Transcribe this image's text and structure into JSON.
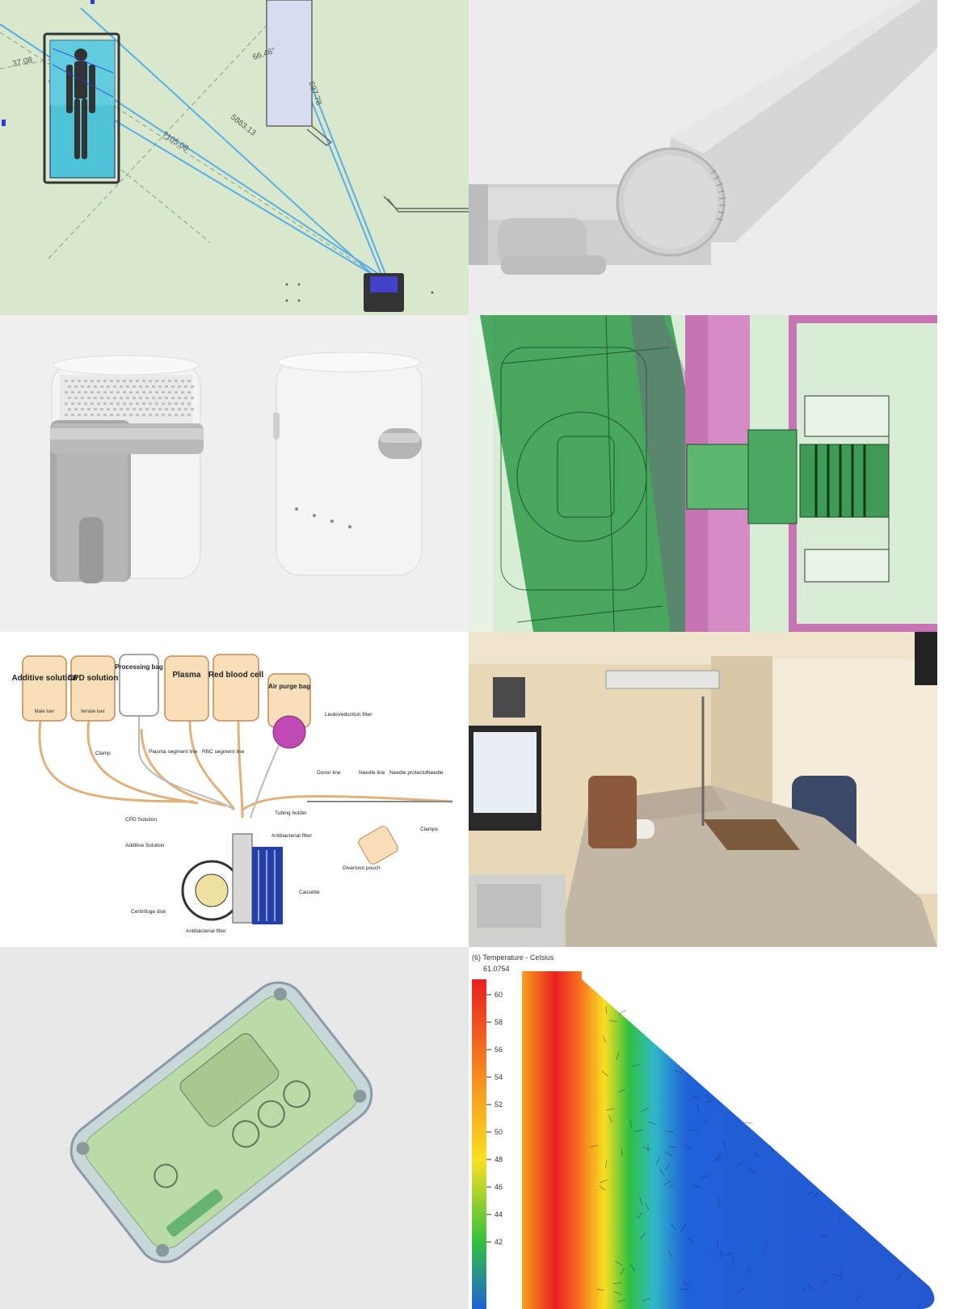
{
  "tiles": {
    "cad_plan": {
      "dims": [
        "37.08",
        "66.46°",
        "697.78",
        "5863.13",
        "7105.08"
      ],
      "colors": {
        "bg": "#d8e8cc",
        "line": "#5aaee8",
        "bed": "#4fc3d8"
      }
    },
    "arm": {
      "colors": {
        "bg": "#ececec",
        "arm": "#d4d4d4"
      }
    },
    "devices": {
      "colors": {
        "bg": "#efefef",
        "body": "#f4f4f4",
        "band": "#b9b9b9"
      }
    },
    "cross_section": {
      "colors": {
        "green": "#2f9a4a",
        "magenta": "#c774b4",
        "bg": "#d8ecd6"
      }
    },
    "blood_kit": {
      "bags": [
        {
          "label": "Additive solution",
          "sub": "Male luer"
        },
        {
          "label": "CPD solution",
          "sub": "female luer"
        },
        {
          "label": "Processing bag",
          "sub": ""
        },
        {
          "label": "Plasma",
          "sub": ""
        },
        {
          "label": "Red blood cell",
          "sub": ""
        },
        {
          "label": "Air purge bag",
          "sub": ""
        }
      ],
      "callouts": {
        "leukoreduction": "Leukoreduction filter",
        "clamp": "Clamp",
        "plasma_segment": "Plasma segment line",
        "rbc_segment": "RBC segment line",
        "donor_line": "Donor line",
        "needle_line": "Needle line",
        "needle_protector": "Needle protector",
        "needle": "Needle",
        "tubing_holder": "Tubing holder",
        "cpd_solution": "CPD Solution",
        "additive_solution": "Additive Solution",
        "antibacterial_filter_top": "Antibacterial filter",
        "clamps": "Clamps",
        "diversion_pouch": "Diversion pouch",
        "cassette": "Cassette",
        "centrifuge_disk": "Centrifuge disk",
        "antibacterial_filter_bottom": "Antibacterial filter"
      },
      "colors": {
        "bag": "#f8dfb8",
        "tube": "#e2b07a",
        "filter": "#c04ab4",
        "cassette": "#2440a8"
      }
    },
    "hospital_room": {
      "colors": {
        "wall": "#e8d8b8",
        "window": "#f4ecd8",
        "bed": "#b8aa98",
        "chair": "#3c4868"
      }
    },
    "transparent_device": {
      "colors": {
        "bg": "#e8e8e8",
        "shell": "#c8d8d8",
        "inner": "#b8dca0"
      }
    },
    "thermal": {
      "legend_title": "(6) Temperature - Celsius",
      "max_value": "61.0754",
      "ticks": [
        "60",
        "58",
        "56",
        "54",
        "52",
        "50",
        "48",
        "46",
        "44",
        "42"
      ],
      "colors": {
        "hot": "#e82020",
        "warm": "#f8d020",
        "mid": "#30c040",
        "cool": "#2060d8"
      }
    }
  }
}
